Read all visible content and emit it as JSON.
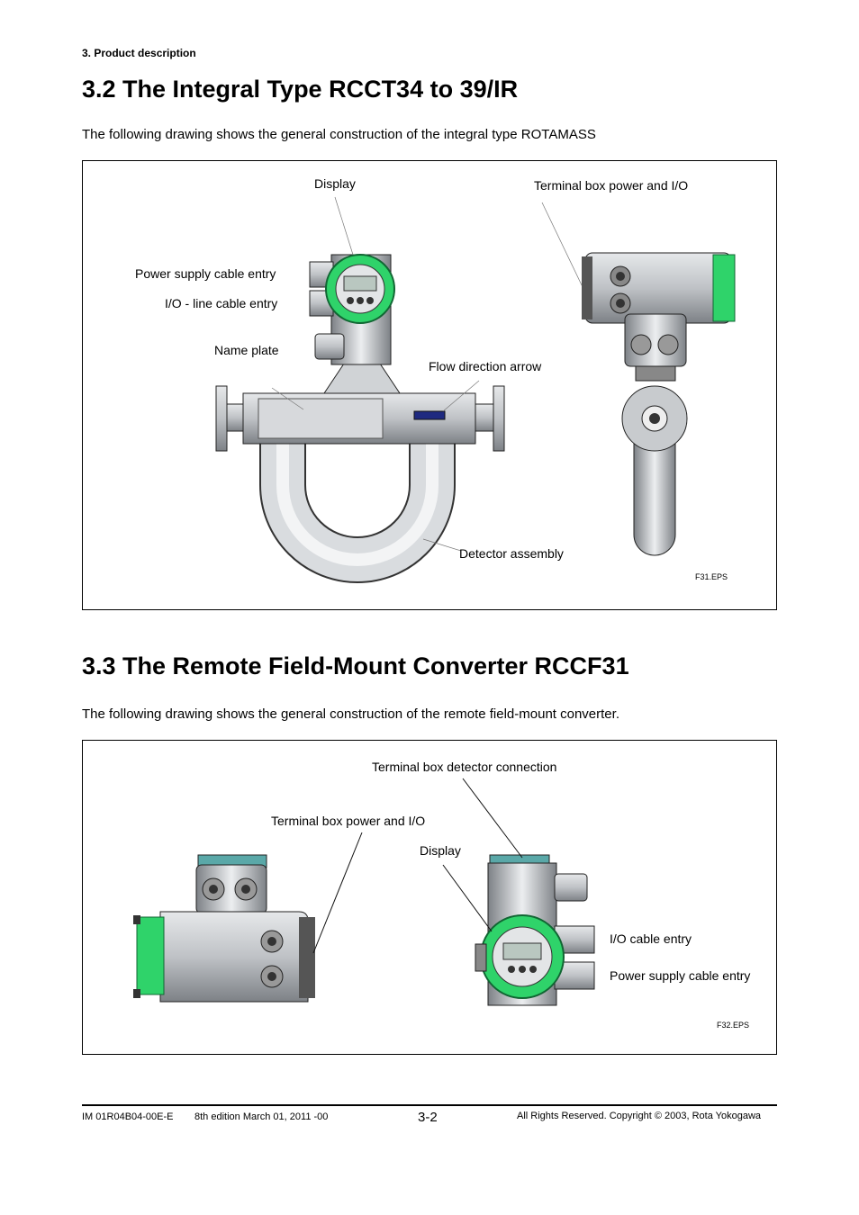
{
  "running_head": "3.  Product description",
  "section_32": {
    "title": "3.2  The Integral Type RCCT34 to 39/IR",
    "intro": "The following drawing shows the general construction of the integral type ROTAMASS",
    "labels": {
      "display": "Display",
      "terminal_box": "Terminal box power and I/O",
      "power_supply_entry": "Power supply cable entry",
      "io_line_entry": "I/O - line cable entry",
      "name_plate": "Name plate",
      "flow_arrow": "Flow direction arrow",
      "detector_assembly": "Detector assembly"
    },
    "figure_id": "F31.EPS"
  },
  "section_33": {
    "title": "3.3  The Remote Field-Mount Converter RCCF31",
    "intro": "The following drawing shows the general construction of the remote field-mount converter.",
    "labels": {
      "terminal_detector": "Terminal box detector connection",
      "terminal_box": "Terminal box power and I/O",
      "display": "Display",
      "io_entry": "I/O cable entry",
      "power_entry": "Power supply cable entry"
    },
    "figure_id": "F32.EPS"
  },
  "footer": {
    "doc_id": "IM 01R04B04-00E-E",
    "edition": "8th edition March 01, 2011 -00",
    "page": "3-2",
    "copyright": "All Rights Reserved. Copyright © 2003, Rota Yokogawa"
  },
  "colors": {
    "display_ring": "#2fd36a",
    "body_gray": "#bfc2c6",
    "teal_cap": "#5aa8a8"
  }
}
